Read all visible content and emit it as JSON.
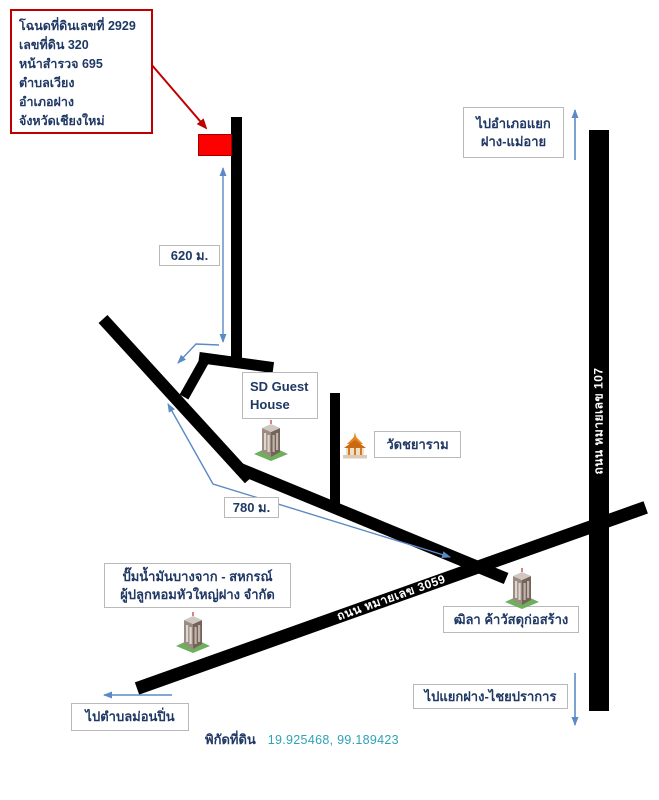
{
  "info_box": {
    "lines": [
      "โฉนดที่ดินเลขที่ 2929",
      "เลขที่ดิน 320",
      "หน้าสำรวจ 695",
      "ตำบลเวียง",
      "อำเภอฝาง",
      "จังหวัดเชียงใหม่"
    ]
  },
  "labels": {
    "to_mae_ai_line1": "ไปอำเภอแยก",
    "to_mae_ai_line2": "ฝาง-แม่อาย",
    "dist_620": "620 ม.",
    "sd_guest_line1": "SD Guest",
    "sd_guest_line2": "House",
    "wat": "วัดชยาราม",
    "dist_780": "780 ม.",
    "gas_line1": "ปั๊มน้ำมันบางจาก - สหกรณ์",
    "gas_line2": "ผู้ปลูกหอมหัวใหญ่ฝาง จำกัด",
    "materials_shop": "ฒิลา ค้าวัสดุก่อสร้าง",
    "to_chai_prakan": "ไปแยกฝาง-ไชยปราการ",
    "to_mon_pin": "ไปตำบลม่อนปิ่น",
    "coords_label": "พิกัดที่ดิน",
    "coords_value": "19.925468, 99.189423"
  },
  "roads": {
    "route_3059": "ถนน หมายเลข 3059",
    "route_107": "ถนน หมายเลข 107"
  },
  "icons": {
    "building": "building-icon",
    "temple": "temple-icon",
    "plot_marker": "land-plot-marker"
  },
  "colors": {
    "road": "#000000",
    "arrow_blue": "#5b8ac5",
    "annotation_red": "#c00000",
    "plot_red": "#fe0000",
    "text_navy": "#1f3864",
    "coords_teal": "#2ea3b7"
  }
}
